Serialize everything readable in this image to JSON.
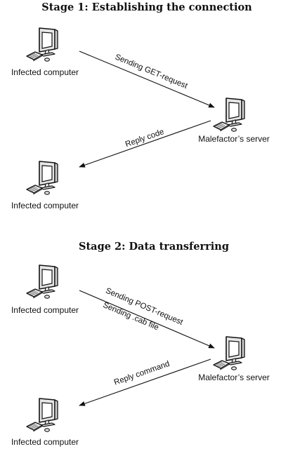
{
  "stage1": {
    "title": "Stage 1: Establishing the connection",
    "source_label": "Infected computer",
    "server_label": "Malefactor’s server",
    "target_label": "Infected computer",
    "request_label": "Sending GET-request",
    "reply_label": "Reply code"
  },
  "stage2": {
    "title": "Stage 2: Data transferring",
    "source_label": "Infected computer",
    "server_label": "Malefactor’s server",
    "target_label": "Infected computer",
    "request_label": "Sending POST-request",
    "request_sublabel": "Sending .cab file",
    "reply_label": "Reply command"
  },
  "icons": {
    "computer": "desktop-computer-icon"
  },
  "colors": {
    "ink": "#111111",
    "monitor_face": "#e6e6e6",
    "screen": "#ffffff"
  }
}
